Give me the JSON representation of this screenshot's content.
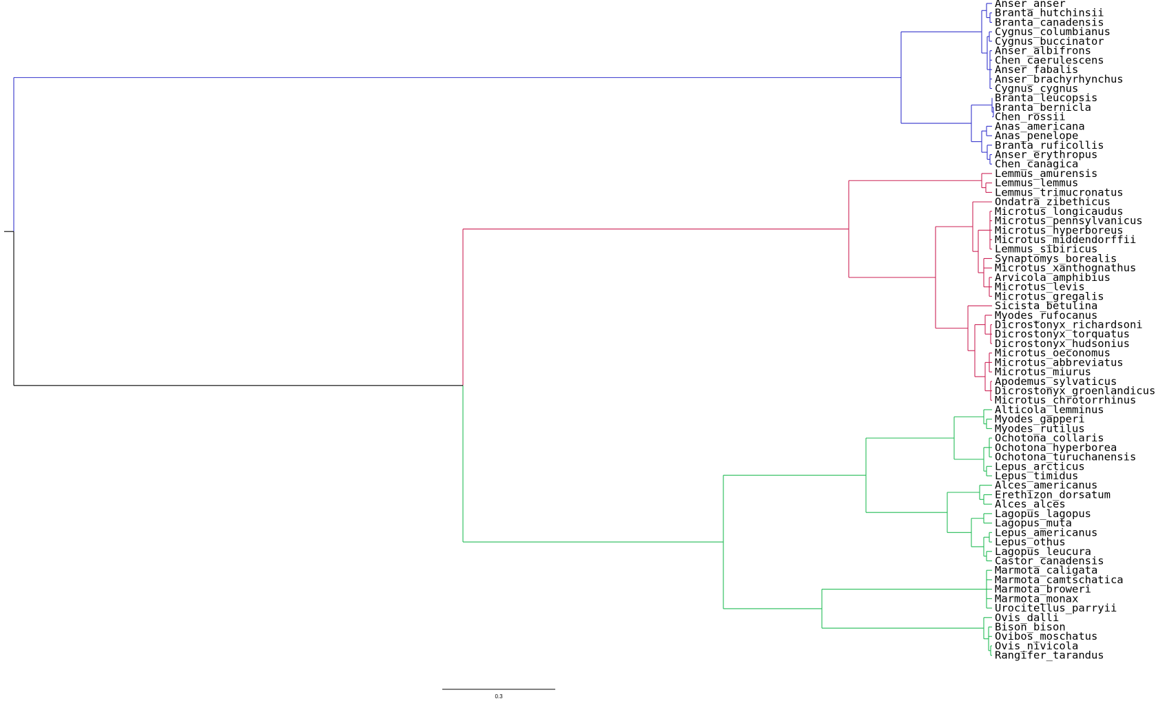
{
  "scale_bar": {
    "label": "0.3"
  },
  "colors": {
    "root": "#000000",
    "birds": "#3333cc",
    "rodents": "#cc2255",
    "others": "#22bb55"
  },
  "groups": {
    "birds": [
      "Anser_anser",
      "Branta_hutchinsii",
      "Branta_canadensis",
      "Cygnus_columbianus",
      "Cygnus_buccinator",
      "Anser_albifrons",
      "Chen_caerulescens",
      "Anser_fabalis",
      "Anser_brachyrhynchus",
      "Cygnus_cygnus",
      "Branta_leucopsis",
      "Branta_bernicla",
      "Chen_rossii",
      "Anas_americana",
      "Anas_penelope",
      "Branta_ruficollis",
      "Anser_erythropus",
      "Chen_canagica"
    ],
    "rodents": [
      "Lemmus_amurensis",
      "Lemmus_lemmus",
      "Lemmus_trimucronatus",
      "Ondatra_zibethicus",
      "Microtus_longicaudus",
      "Microtus_pennsylvanicus",
      "Microtus_hyperboreus",
      "Microtus_middendorffii",
      "Lemmus_sibiricus",
      "Synaptomys_borealis",
      "Microtus_xanthognathus",
      "Arvicola_amphibius",
      "Microtus_levis",
      "Microtus_gregalis",
      "Sicista_betulina",
      "Myodes_rufocanus",
      "Dicrostonyx_richardsoni",
      "Dicrostonyx_torquatus",
      "Dicrostonyx_hudsonius",
      "Microtus_oeconomus",
      "Microtus_abbreviatus",
      "Microtus_miurus",
      "Apodemus_sylvaticus",
      "Dicrostonyx_groenlandicus",
      "Microtus_chrotorrhinus"
    ],
    "others": [
      "Alticola_lemminus",
      "Myodes_gapperi",
      "Myodes_rutilus",
      "Ochotona_collaris",
      "Ochotona_hyperborea",
      "Ochotona_turuchanensis",
      "Lepus_arcticus",
      "Lepus_timidus",
      "Alces_americanus",
      "Erethizon_dorsatum",
      "Alces_alces",
      "Lagopus_lagopus",
      "Lagopus_muta",
      "Lepus_americanus",
      "Lepus_othus",
      "Lagopus_leucura",
      "Castor_canadensis",
      "Marmota_caligata",
      "Marmota_camtschatica",
      "Marmota_broweri",
      "Marmota_monax",
      "Urocitellus_parryii",
      "Ovis_dalli",
      "Bison_bison",
      "Ovibos_moschatus",
      "Ovis_nivicola",
      "Rangifer_tarandus"
    ]
  }
}
